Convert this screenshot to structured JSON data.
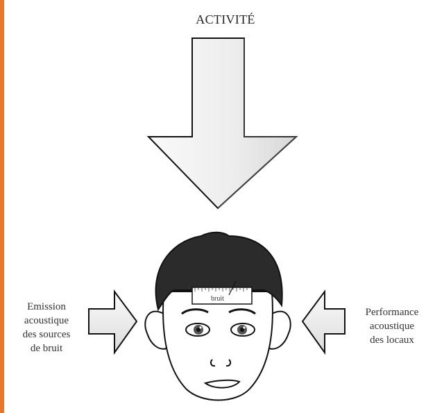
{
  "diagram": {
    "top_label": "ACTIVITÉ",
    "left_label": [
      "Emission",
      "acoustique",
      "des sources",
      "de bruit"
    ],
    "right_label": [
      "Performance",
      "acoustique",
      "des locaux"
    ],
    "ruler_label": "bruit",
    "colors": {
      "accent": "#e9772c",
      "arrow_fill": "#f2f2f2",
      "hair": "#2b2b2b",
      "outline": "#111111"
    },
    "icons": [
      "down-arrow",
      "right-arrow",
      "left-arrow",
      "face-illustration",
      "ruler"
    ]
  }
}
